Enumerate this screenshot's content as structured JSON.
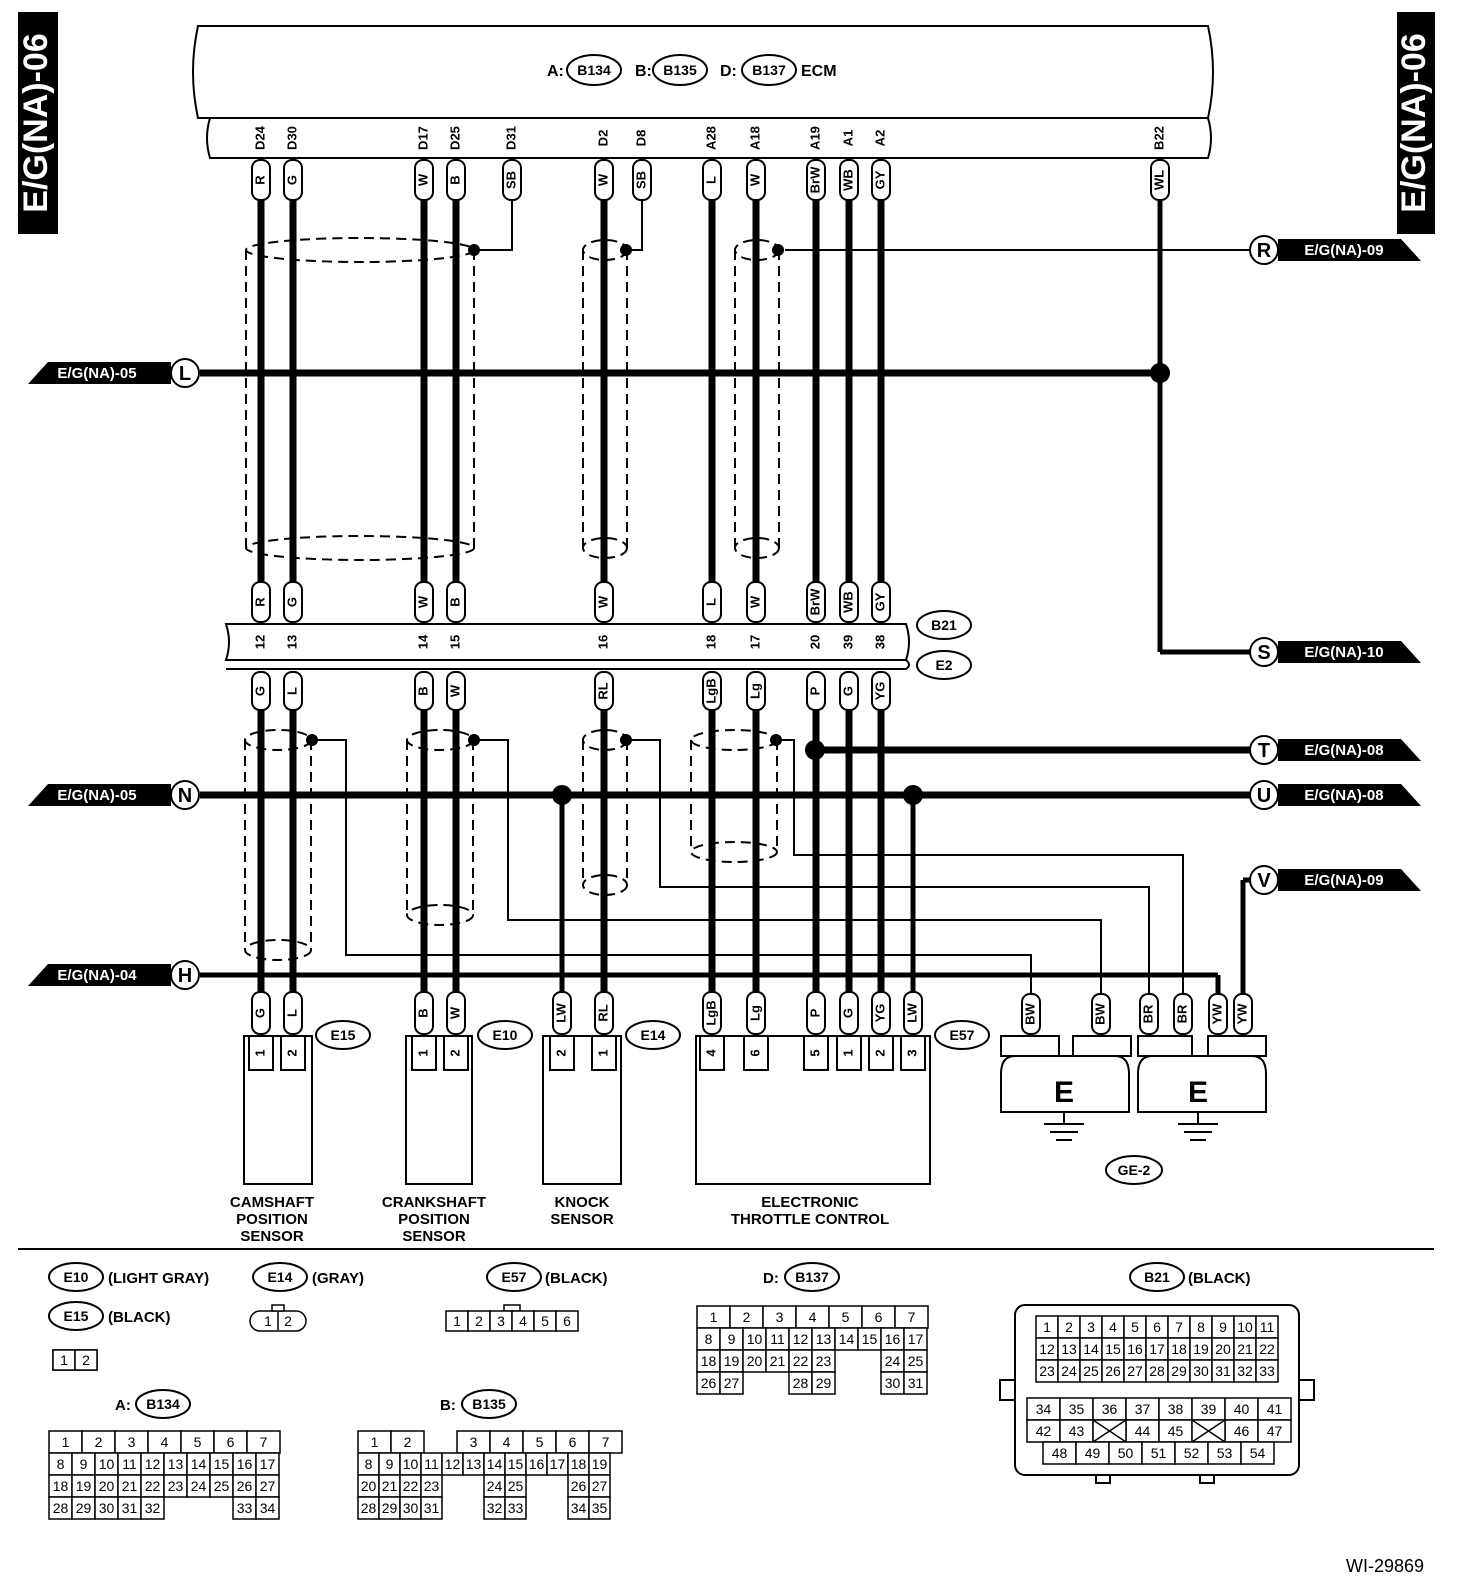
{
  "page": {
    "side_label_left": "E/G(NA)-06",
    "side_label_right": "E/G(NA)-06",
    "figure_id": "WI-29869"
  },
  "ecm": {
    "label": "ECM",
    "connectors": [
      {
        "prefix": "A:",
        "id": "B134"
      },
      {
        "prefix": "B:",
        "id": "B135"
      },
      {
        "prefix": "D:",
        "id": "B137"
      }
    ]
  },
  "ecm_pins": [
    {
      "pin": "D24",
      "color": "R"
    },
    {
      "pin": "D30",
      "color": "G"
    },
    {
      "pin": "D17",
      "color": "W"
    },
    {
      "pin": "D25",
      "color": "B"
    },
    {
      "pin": "D31",
      "color": "SB"
    },
    {
      "pin": "D2",
      "color": "W"
    },
    {
      "pin": "D8",
      "color": "SB"
    },
    {
      "pin": "A28",
      "color": "L"
    },
    {
      "pin": "A18",
      "color": "W"
    },
    {
      "pin": "A19",
      "color": "BrW"
    },
    {
      "pin": "A1",
      "color": "WB"
    },
    {
      "pin": "A2",
      "color": "GY"
    },
    {
      "pin": "B22",
      "color": "WL"
    }
  ],
  "offpage": [
    {
      "letter": "R",
      "ref": "E/G(NA)-09",
      "side": "right"
    },
    {
      "letter": "L",
      "ref": "E/G(NA)-05",
      "side": "left"
    },
    {
      "letter": "S",
      "ref": "E/G(NA)-10",
      "side": "right"
    },
    {
      "letter": "T",
      "ref": "E/G(NA)-08",
      "side": "right"
    },
    {
      "letter": "N",
      "ref": "E/G(NA)-05",
      "side": "left"
    },
    {
      "letter": "U",
      "ref": "E/G(NA)-08",
      "side": "right"
    },
    {
      "letter": "V",
      "ref": "E/G(NA)-09",
      "side": "right"
    },
    {
      "letter": "H",
      "ref": "E/G(NA)-04",
      "side": "left"
    }
  ],
  "joint_connector": {
    "upper_id": "B21",
    "lower_id": "E2",
    "upper_colors": [
      "R",
      "G",
      "W",
      "B",
      "W",
      "L",
      "W",
      "BrW",
      "WB",
      "GY"
    ],
    "pins": [
      "12",
      "13",
      "14",
      "15",
      "16",
      "18",
      "17",
      "20",
      "39",
      "38"
    ],
    "lower_colors": [
      "G",
      "L",
      "B",
      "W",
      "RL",
      "LgB",
      "Lg",
      "P",
      "G",
      "YG"
    ]
  },
  "sensors": [
    {
      "id": "E15",
      "colors": [
        "G",
        "L"
      ],
      "pins": [
        "1",
        "2"
      ],
      "label_lines": [
        "CAMSHAFT",
        "POSITION",
        "SENSOR"
      ]
    },
    {
      "id": "E10",
      "colors": [
        "B",
        "W"
      ],
      "pins": [
        "1",
        "2"
      ],
      "label_lines": [
        "CRANKSHAFT",
        "POSITION",
        "SENSOR"
      ]
    },
    {
      "id": "E14",
      "colors": [
        "LW",
        "RL"
      ],
      "pins": [
        "2",
        "1"
      ],
      "label_lines": [
        "KNOCK",
        "SENSOR"
      ]
    },
    {
      "id": "E57",
      "colors": [
        "LgB",
        "Lg",
        "P",
        "G",
        "YG",
        "LW"
      ],
      "pins": [
        "4",
        "6",
        "5",
        "1",
        "2",
        "3"
      ],
      "label_lines": [
        "ELECTRONIC",
        "THROTTLE CONTROL"
      ]
    }
  ],
  "grounds": {
    "colors": [
      "BW",
      "BW",
      "BR",
      "BR",
      "YW",
      "YW"
    ],
    "symbol": "E",
    "id": "GE-2"
  },
  "legend": {
    "e10": {
      "id": "E10",
      "color": "(LIGHT GRAY)"
    },
    "e15": {
      "id": "E15",
      "color": "(BLACK)"
    },
    "e14": {
      "id": "E14",
      "color": "(GRAY)"
    },
    "e57": {
      "id": "E57",
      "color": "(BLACK)"
    },
    "d137": {
      "prefix": "D:",
      "id": "B137"
    },
    "b21": {
      "id": "B21",
      "color": "(BLACK)"
    },
    "a134": {
      "prefix": "A:",
      "id": "B134"
    },
    "b135": {
      "prefix": "B:",
      "id": "B135"
    },
    "two_pin": [
      "1",
      "2"
    ],
    "six_pin": [
      "1",
      "2",
      "3",
      "4",
      "5",
      "6"
    ],
    "d137_rows": [
      [
        "1",
        "2",
        "3",
        "4",
        "5",
        "6",
        "7"
      ],
      [
        "8",
        "9",
        "10",
        "11",
        "12",
        "13",
        "14",
        "15",
        "16",
        "17"
      ],
      [
        "18",
        "19",
        "20",
        "21",
        "22",
        "23",
        "",
        "",
        "24",
        "25"
      ],
      [
        "26",
        "27",
        "",
        "",
        "28",
        "29",
        "",
        "",
        "30",
        "31"
      ]
    ],
    "a134_rows": [
      [
        "1",
        "2",
        "3",
        "4",
        "5",
        "6",
        "7"
      ],
      [
        "8",
        "9",
        "10",
        "11",
        "12",
        "13",
        "14",
        "15",
        "16",
        "17"
      ],
      [
        "18",
        "19",
        "20",
        "21",
        "22",
        "23",
        "24",
        "25",
        "26",
        "27"
      ],
      [
        "28",
        "29",
        "30",
        "31",
        "32",
        "",
        "",
        "",
        "33",
        "34"
      ]
    ],
    "b135_rows": [
      [
        "1",
        "2",
        "",
        "3",
        "4",
        "5",
        "6",
        "7"
      ],
      [
        "8",
        "9",
        "10",
        "11",
        "12",
        "13",
        "14",
        "15",
        "16",
        "17",
        "18",
        "19"
      ],
      [
        "20",
        "21",
        "22",
        "23",
        "",
        "",
        "24",
        "25",
        "",
        "",
        "26",
        "27"
      ],
      [
        "28",
        "29",
        "30",
        "31",
        "",
        "",
        "32",
        "33",
        "",
        "",
        "34",
        "35"
      ]
    ],
    "b21_rows": [
      [
        "1",
        "2",
        "3",
        "4",
        "5",
        "6",
        "7",
        "8",
        "9",
        "10",
        "11"
      ],
      [
        "12",
        "13",
        "14",
        "15",
        "16",
        "17",
        "18",
        "19",
        "20",
        "21",
        "22"
      ],
      [
        "23",
        "24",
        "25",
        "26",
        "27",
        "28",
        "29",
        "30",
        "31",
        "32",
        "33"
      ],
      [
        "34",
        "35",
        "36",
        "37",
        "38",
        "39",
        "40",
        "41"
      ],
      [
        "42",
        "43",
        "",
        "44",
        "45",
        "",
        "46",
        "47"
      ],
      [
        "48",
        "49",
        "50",
        "51",
        "52",
        "53",
        "54"
      ]
    ]
  }
}
